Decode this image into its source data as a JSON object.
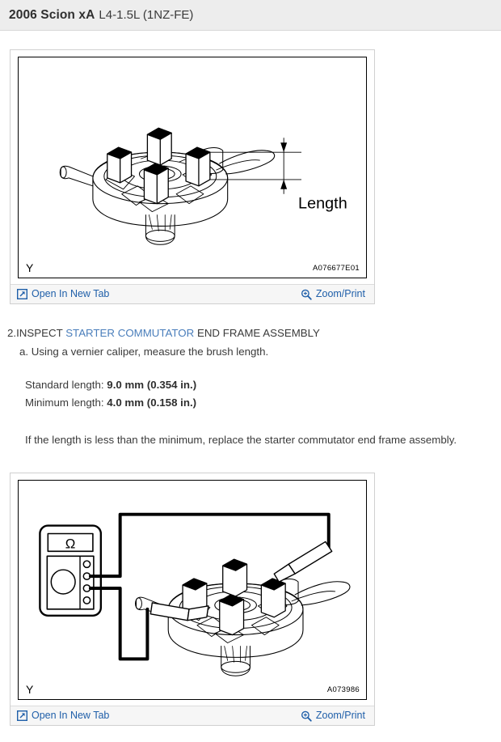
{
  "header": {
    "vehicle": "2006 Scion xA",
    "engine": "L4-1.5L (1NZ-FE)"
  },
  "figures": [
    {
      "id": "figure-1",
      "corner_mark": "Y",
      "code": "A076677E01",
      "dimension_label": "Length",
      "toolbar": {
        "open_in_new_tab": "Open In New Tab",
        "zoom_print": "Zoom/Print"
      }
    },
    {
      "id": "figure-2",
      "corner_mark": "Y",
      "code": "A073986",
      "meter_symbol": "Ω",
      "toolbar": {
        "open_in_new_tab": "Open In New Tab",
        "zoom_print": "Zoom/Print"
      }
    }
  ],
  "instructions": {
    "step_number": "2.",
    "step_prefix": "INSPECT ",
    "step_link": "STARTER COMMUTATOR",
    "step_suffix": " END FRAME ASSEMBLY",
    "substep": "a. Using a vernier caliper, measure the brush length.",
    "specs": [
      {
        "label": "Standard length:",
        "value": "9.0 mm (0.354 in.)"
      },
      {
        "label": "Minimum length:",
        "value": "4.0 mm (0.158 in.)"
      }
    ],
    "note": "If the length is less than the minimum, replace the starter commutator end frame assembly."
  },
  "colors": {
    "link": "#4a7ebb",
    "toolbar_link": "#1f5fa9",
    "header_bg": "#ededed"
  }
}
